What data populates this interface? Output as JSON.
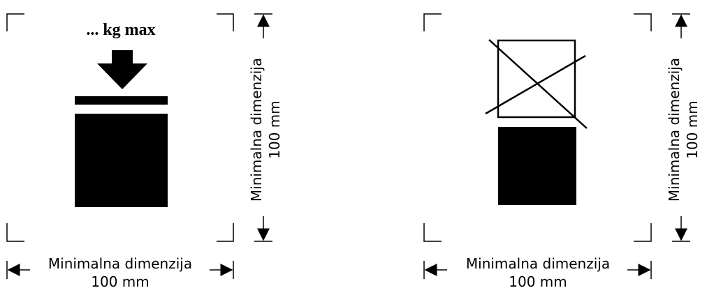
{
  "left_panel": {
    "weight_label": "... kg max",
    "horizontal_dimension": {
      "label": "Minimalna dimenzija",
      "value": "100 mm"
    },
    "vertical_dimension": {
      "label": "Minimalna dimenzija",
      "value": "100 mm"
    }
  },
  "right_panel": {
    "horizontal_dimension": {
      "label": "Minimalna dimenzija",
      "value": "100 mm"
    },
    "vertical_dimension": {
      "label": "Minimalna dimenzija",
      "value": "100 mm"
    }
  },
  "colors": {
    "ink": "#000000",
    "background": "#ffffff"
  },
  "icons": [
    "down-arrow-icon",
    "package-icon",
    "crossed-box-icon",
    "dimension-arrow-icon"
  ]
}
